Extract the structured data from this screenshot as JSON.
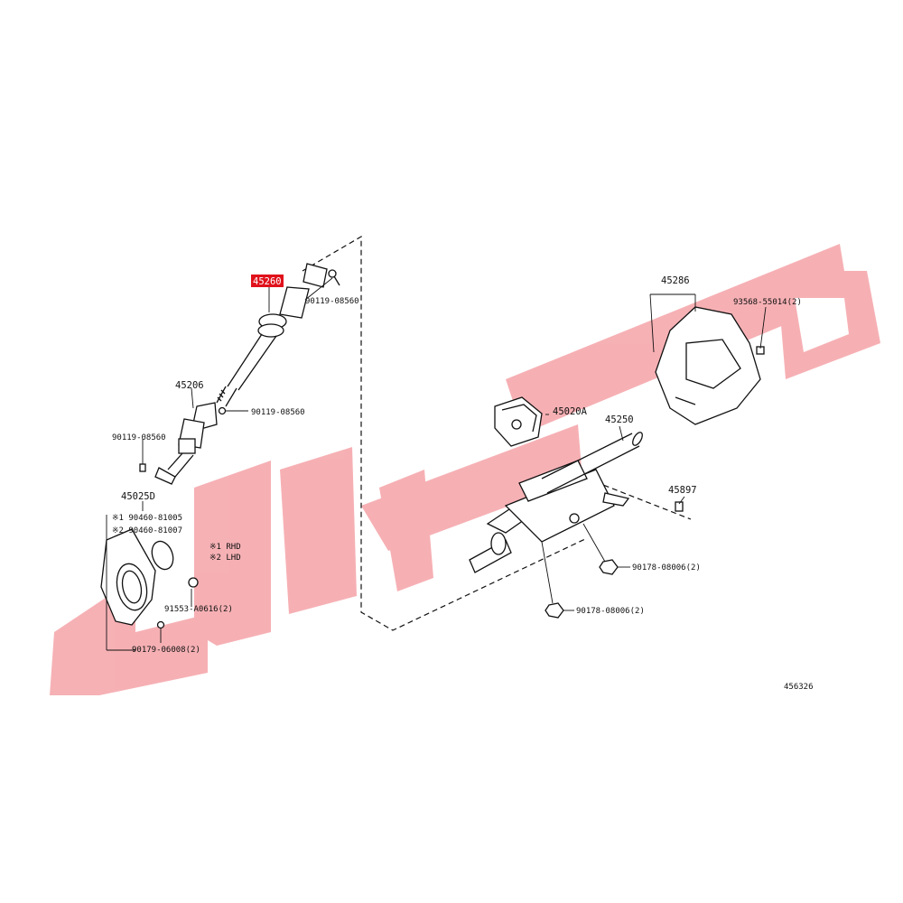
{
  "diagram_id": "456326",
  "highlight_color": "#e0111b",
  "watermark_color": "#f5a3a8",
  "callouts": {
    "shaft_highlighted": "45260",
    "shaft_bolt_top": "90119-08560",
    "joint_assy": "45206",
    "joint_bolt_right": "90119-08560",
    "joint_bolt_left": "90119-08560",
    "boot": "45025D",
    "note_1": "※1 90460-81005",
    "note_2": "※2 90460-81007",
    "rhd": "※1 RHD",
    "lhd": "※2 LHD",
    "boot_bolt": "91553-A0616(2)",
    "boot_clip": "90179-06008(2)",
    "lock_actuator": "45020A",
    "column_assy": "45250",
    "cover": "45286",
    "cover_screw": "93568-55014(2)",
    "bracket_bolt": "45897",
    "nut_upper": "90178-08006(2)",
    "nut_lower": "90178-08006(2)"
  }
}
